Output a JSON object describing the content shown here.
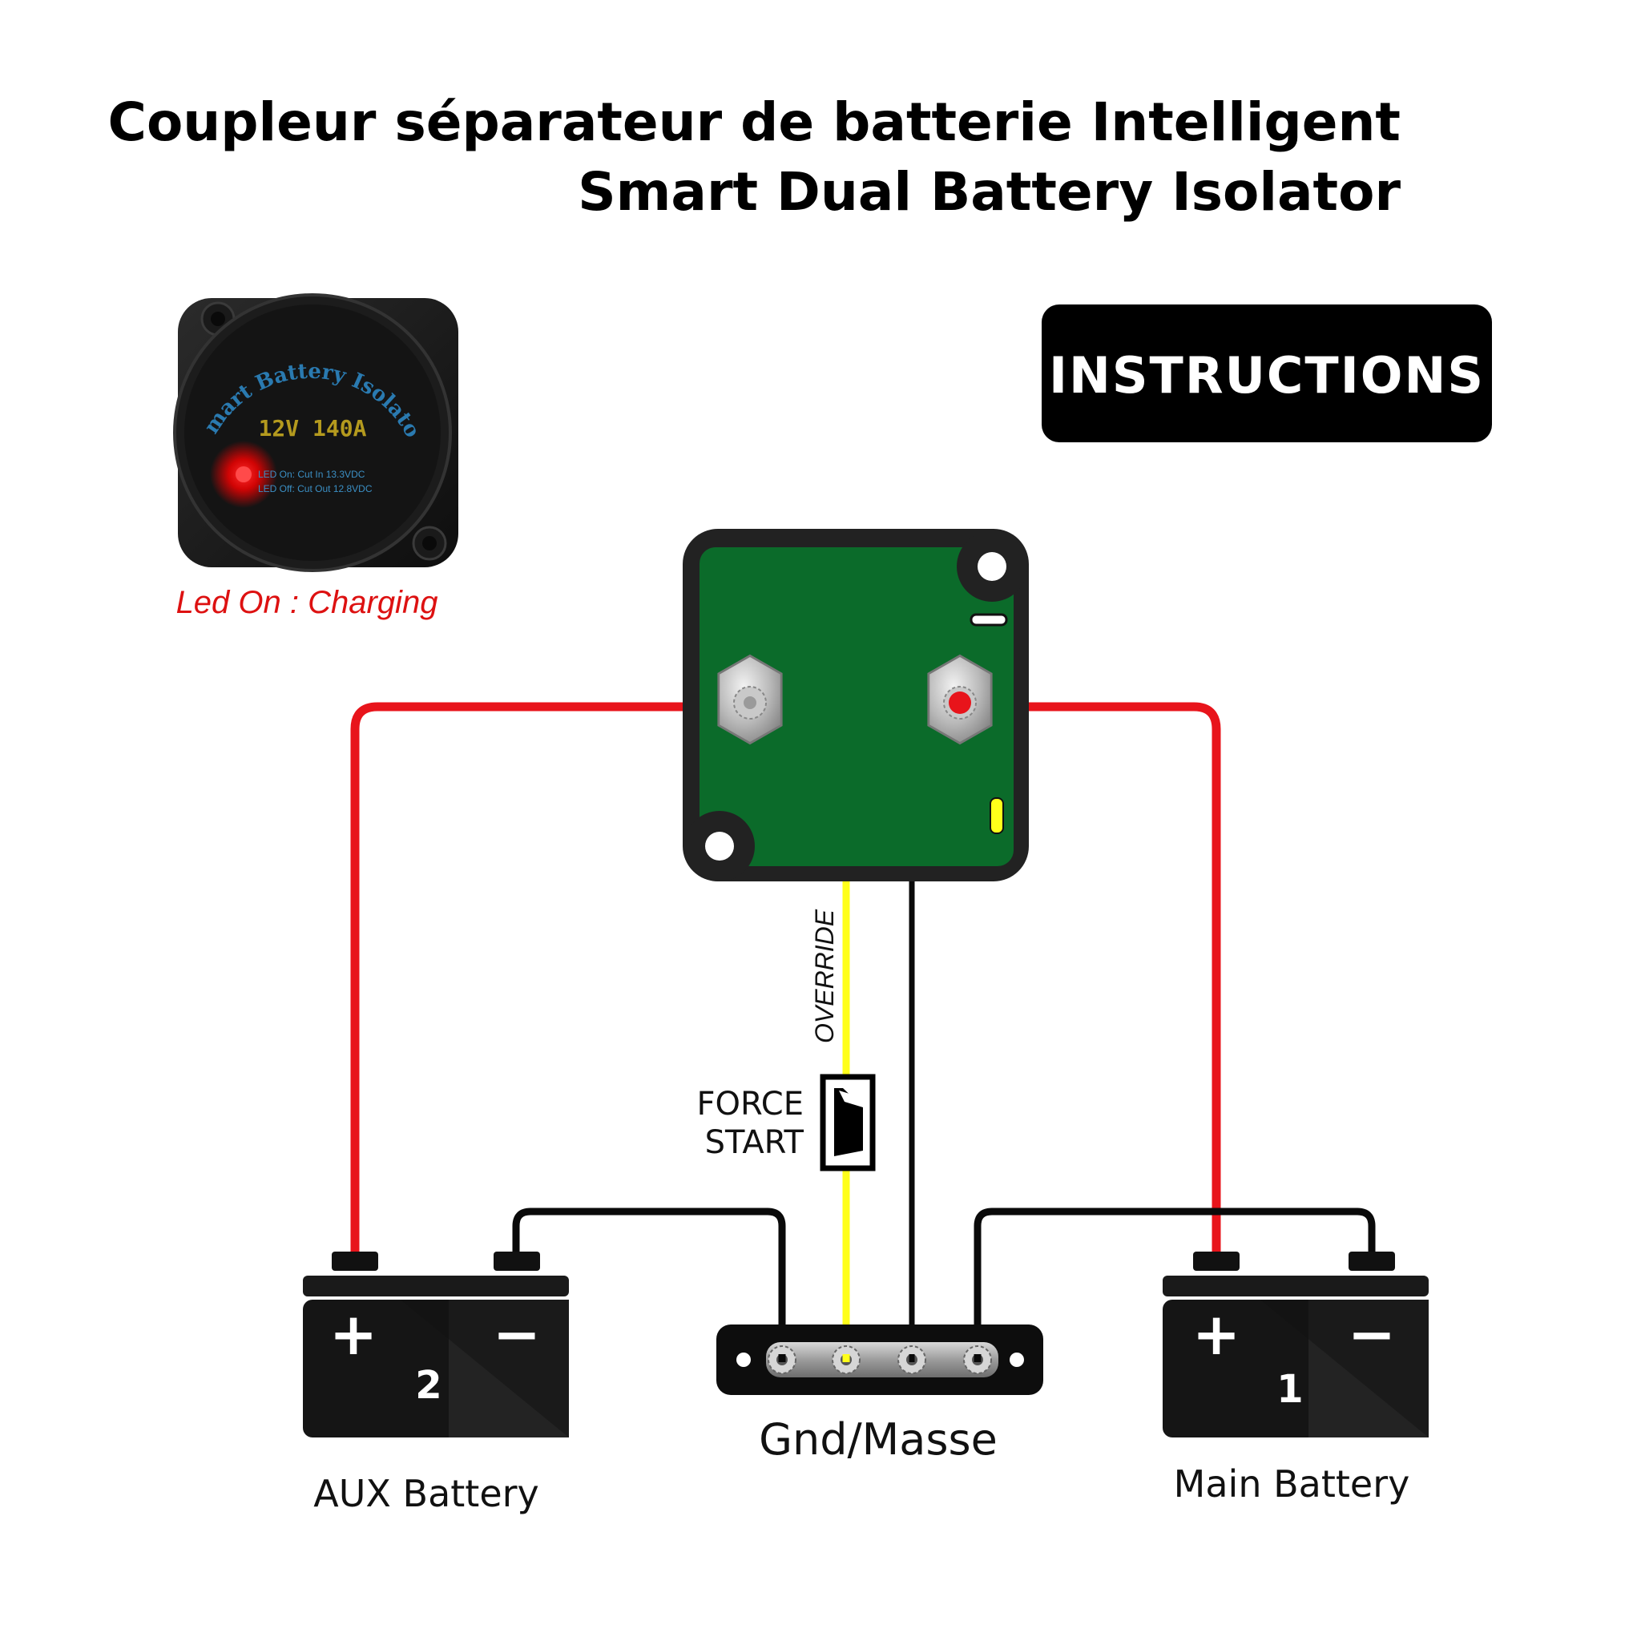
{
  "title": {
    "line1": "Coupleur séparateur de batterie Intelligent",
    "line2": "Smart Dual Battery Isolator"
  },
  "badge": {
    "label": "INSTRUCTIONS"
  },
  "device_photo": {
    "arc_text": "Smart Battery Isolator",
    "rating": "12V   140A",
    "led_on_text": "LED On: Cut In 13.3VDC",
    "led_off_text": "LED Off: Cut Out 12.8VDC",
    "caption": "Led On : Charging"
  },
  "switch": {
    "line1": "FORCE",
    "line2": "START",
    "wire_label": "OVERRIDE"
  },
  "ground": {
    "label": "Gnd/Masse"
  },
  "batteries": {
    "aux": {
      "number": "2",
      "plus": "+",
      "minus": "−",
      "label": "AUX Battery"
    },
    "main": {
      "number": "1",
      "plus": "+",
      "minus": "−",
      "label": "Main Battery"
    }
  },
  "colors": {
    "positive_wire": "#e8141b",
    "negative_wire": "#0a0a0a",
    "override_wire": "#ffff1a",
    "board": "#0b6b2a",
    "led": "#ff1a1a"
  }
}
